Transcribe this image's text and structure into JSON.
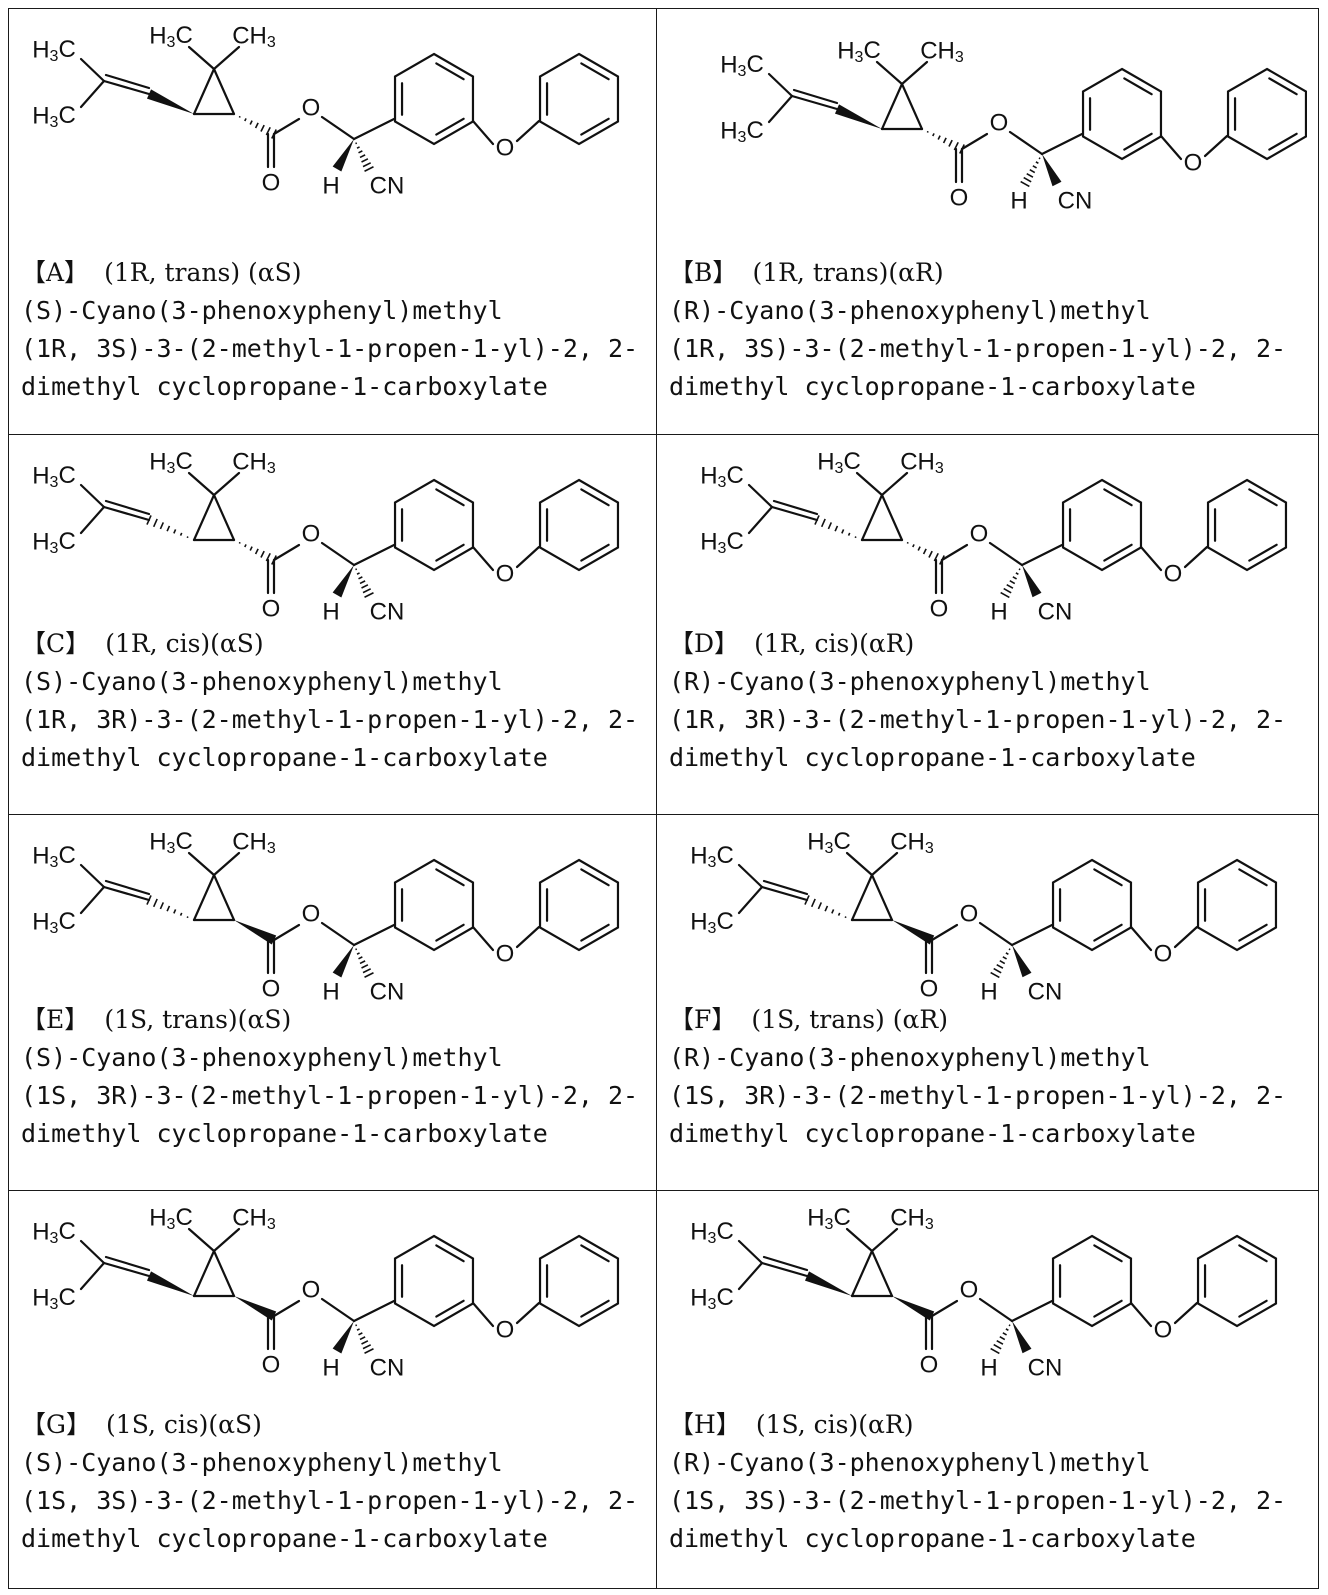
{
  "structure_labels": {
    "h3c": "H3C",
    "ch3": "CH3",
    "o": "O",
    "h": "H",
    "cn": "CN"
  },
  "cells": [
    {
      "id": "A",
      "letter": "【A】",
      "config_1": "1R",
      "config_type": "trans",
      "config_alpha": "αS",
      "config_text": "(1R, trans) (αS)",
      "line1": "(S)-Cyano(3-phenoxyphenyl)methyl",
      "line2": "(1R, 3S)-3-(2-methyl-1-propen-1-yl)-2, 2-",
      "line3": "dimethyl cyclopropane-1-carboxylate"
    },
    {
      "id": "B",
      "letter": "【B】",
      "config_text": "(1R, trans)(αR)",
      "line1": "(R)-Cyano(3-phenoxyphenyl)methyl",
      "line2": "(1R, 3S)-3-(2-methyl-1-propen-1-yl)-2, 2-",
      "line3": "dimethyl cyclopropane-1-carboxylate"
    },
    {
      "id": "C",
      "letter": "【C】",
      "config_text": "(1R, cis)(αS)",
      "line1": "(S)-Cyano(3-phenoxyphenyl)methyl",
      "line2": "(1R, 3R)-3-(2-methyl-1-propen-1-yl)-2, 2-",
      "line3": "dimethyl cyclopropane-1-carboxylate"
    },
    {
      "id": "D",
      "letter": "【D】",
      "config_text": "(1R, cis)(αR)",
      "line1": "(R)-Cyano(3-phenoxyphenyl)methyl",
      "line2": "(1R, 3R)-3-(2-methyl-1-propen-1-yl)-2, 2-",
      "line3": "dimethyl cyclopropane-1-carboxylate"
    },
    {
      "id": "E",
      "letter": "【E】",
      "config_text": "(1S, trans)(αS)",
      "line1": "(S)-Cyano(3-phenoxyphenyl)methyl",
      "line2": "(1S, 3R)-3-(2-methyl-1-propen-1-yl)-2, 2-",
      "line3": "dimethyl cyclopropane-1-carboxylate"
    },
    {
      "id": "F",
      "letter": "【F】",
      "config_text": "(1S, trans) (αR)",
      "line1": "(R)-Cyano(3-phenoxyphenyl)methyl",
      "line2": "(1S, 3R)-3-(2-methyl-1-propen-1-yl)-2, 2-",
      "line3": "dimethyl cyclopropane-1-carboxylate"
    },
    {
      "id": "G",
      "letter": "【G】",
      "config_text": "(1S, cis)(αS)",
      "line1": "(S)-Cyano(3-phenoxyphenyl)methyl",
      "line2": "(1S, 3S)-3-(2-methyl-1-propen-1-yl)-2, 2-",
      "line3": "dimethyl cyclopropane-1-carboxylate"
    },
    {
      "id": "H",
      "letter": "【H】",
      "config_text": "(1S, cis)(αR)",
      "line1": "(R)-Cyano(3-phenoxyphenyl)methyl",
      "line2": "(1S, 3S)-3-(2-methyl-1-propen-1-yl)-2, 2-",
      "line3": "dimethyl cyclopropane-1-carboxylate"
    }
  ]
}
